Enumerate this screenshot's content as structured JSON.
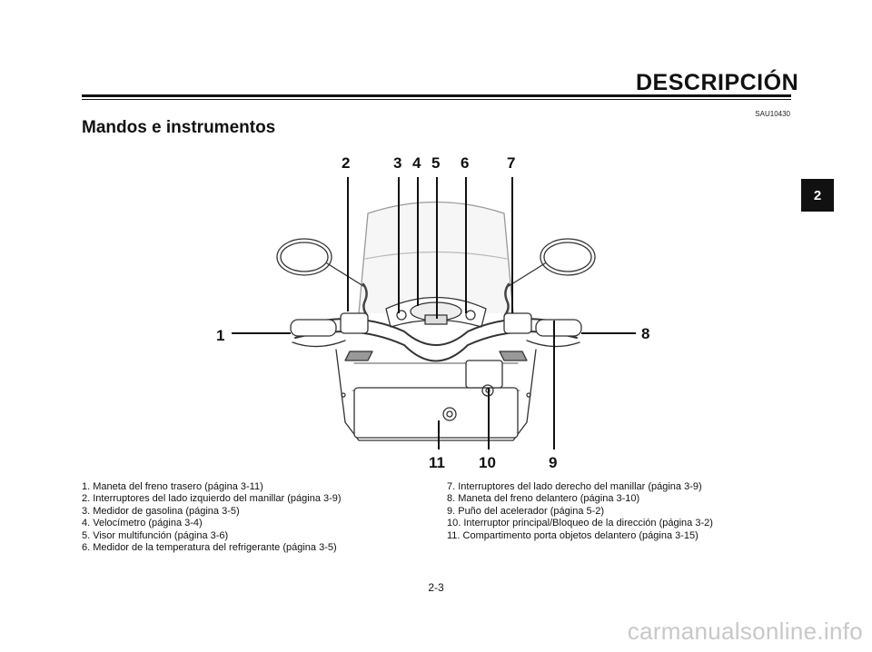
{
  "header": {
    "section_title": "DESCRIPCIÓN",
    "code": "SAU10430"
  },
  "page_heading": "Mandos e instrumentos",
  "chapter_tab": "2",
  "figure": {
    "callouts": {
      "c1": "1",
      "c2": "2",
      "c3": "3",
      "c4": "4",
      "c5": "5",
      "c6": "6",
      "c7": "7",
      "c8": "8",
      "c9": "9",
      "c10": "10",
      "c11": "11"
    }
  },
  "legend": {
    "left": [
      "1. Maneta del freno trasero (página 3-11)",
      "2. Interruptores del lado izquierdo del manillar (página 3-9)",
      "3. Medidor de gasolina (página 3-5)",
      "4. Velocímetro (página 3-4)",
      "5. Visor multifunción (página 3-6)",
      "6. Medidor de la temperatura del refrigerante (página 3-5)"
    ],
    "right": [
      "7. Interruptores del lado derecho del manillar (página 3-9)",
      "8. Maneta del freno delantero (página 3-10)",
      "9. Puño del acelerador (página 5-2)",
      "10. Interruptor principal/Bloqueo de la dirección (página 3-2)",
      "11. Compartimento porta objetos delantero (página 3-15)"
    ]
  },
  "page_number": "2-3",
  "watermark": "carmanualsonline.info"
}
